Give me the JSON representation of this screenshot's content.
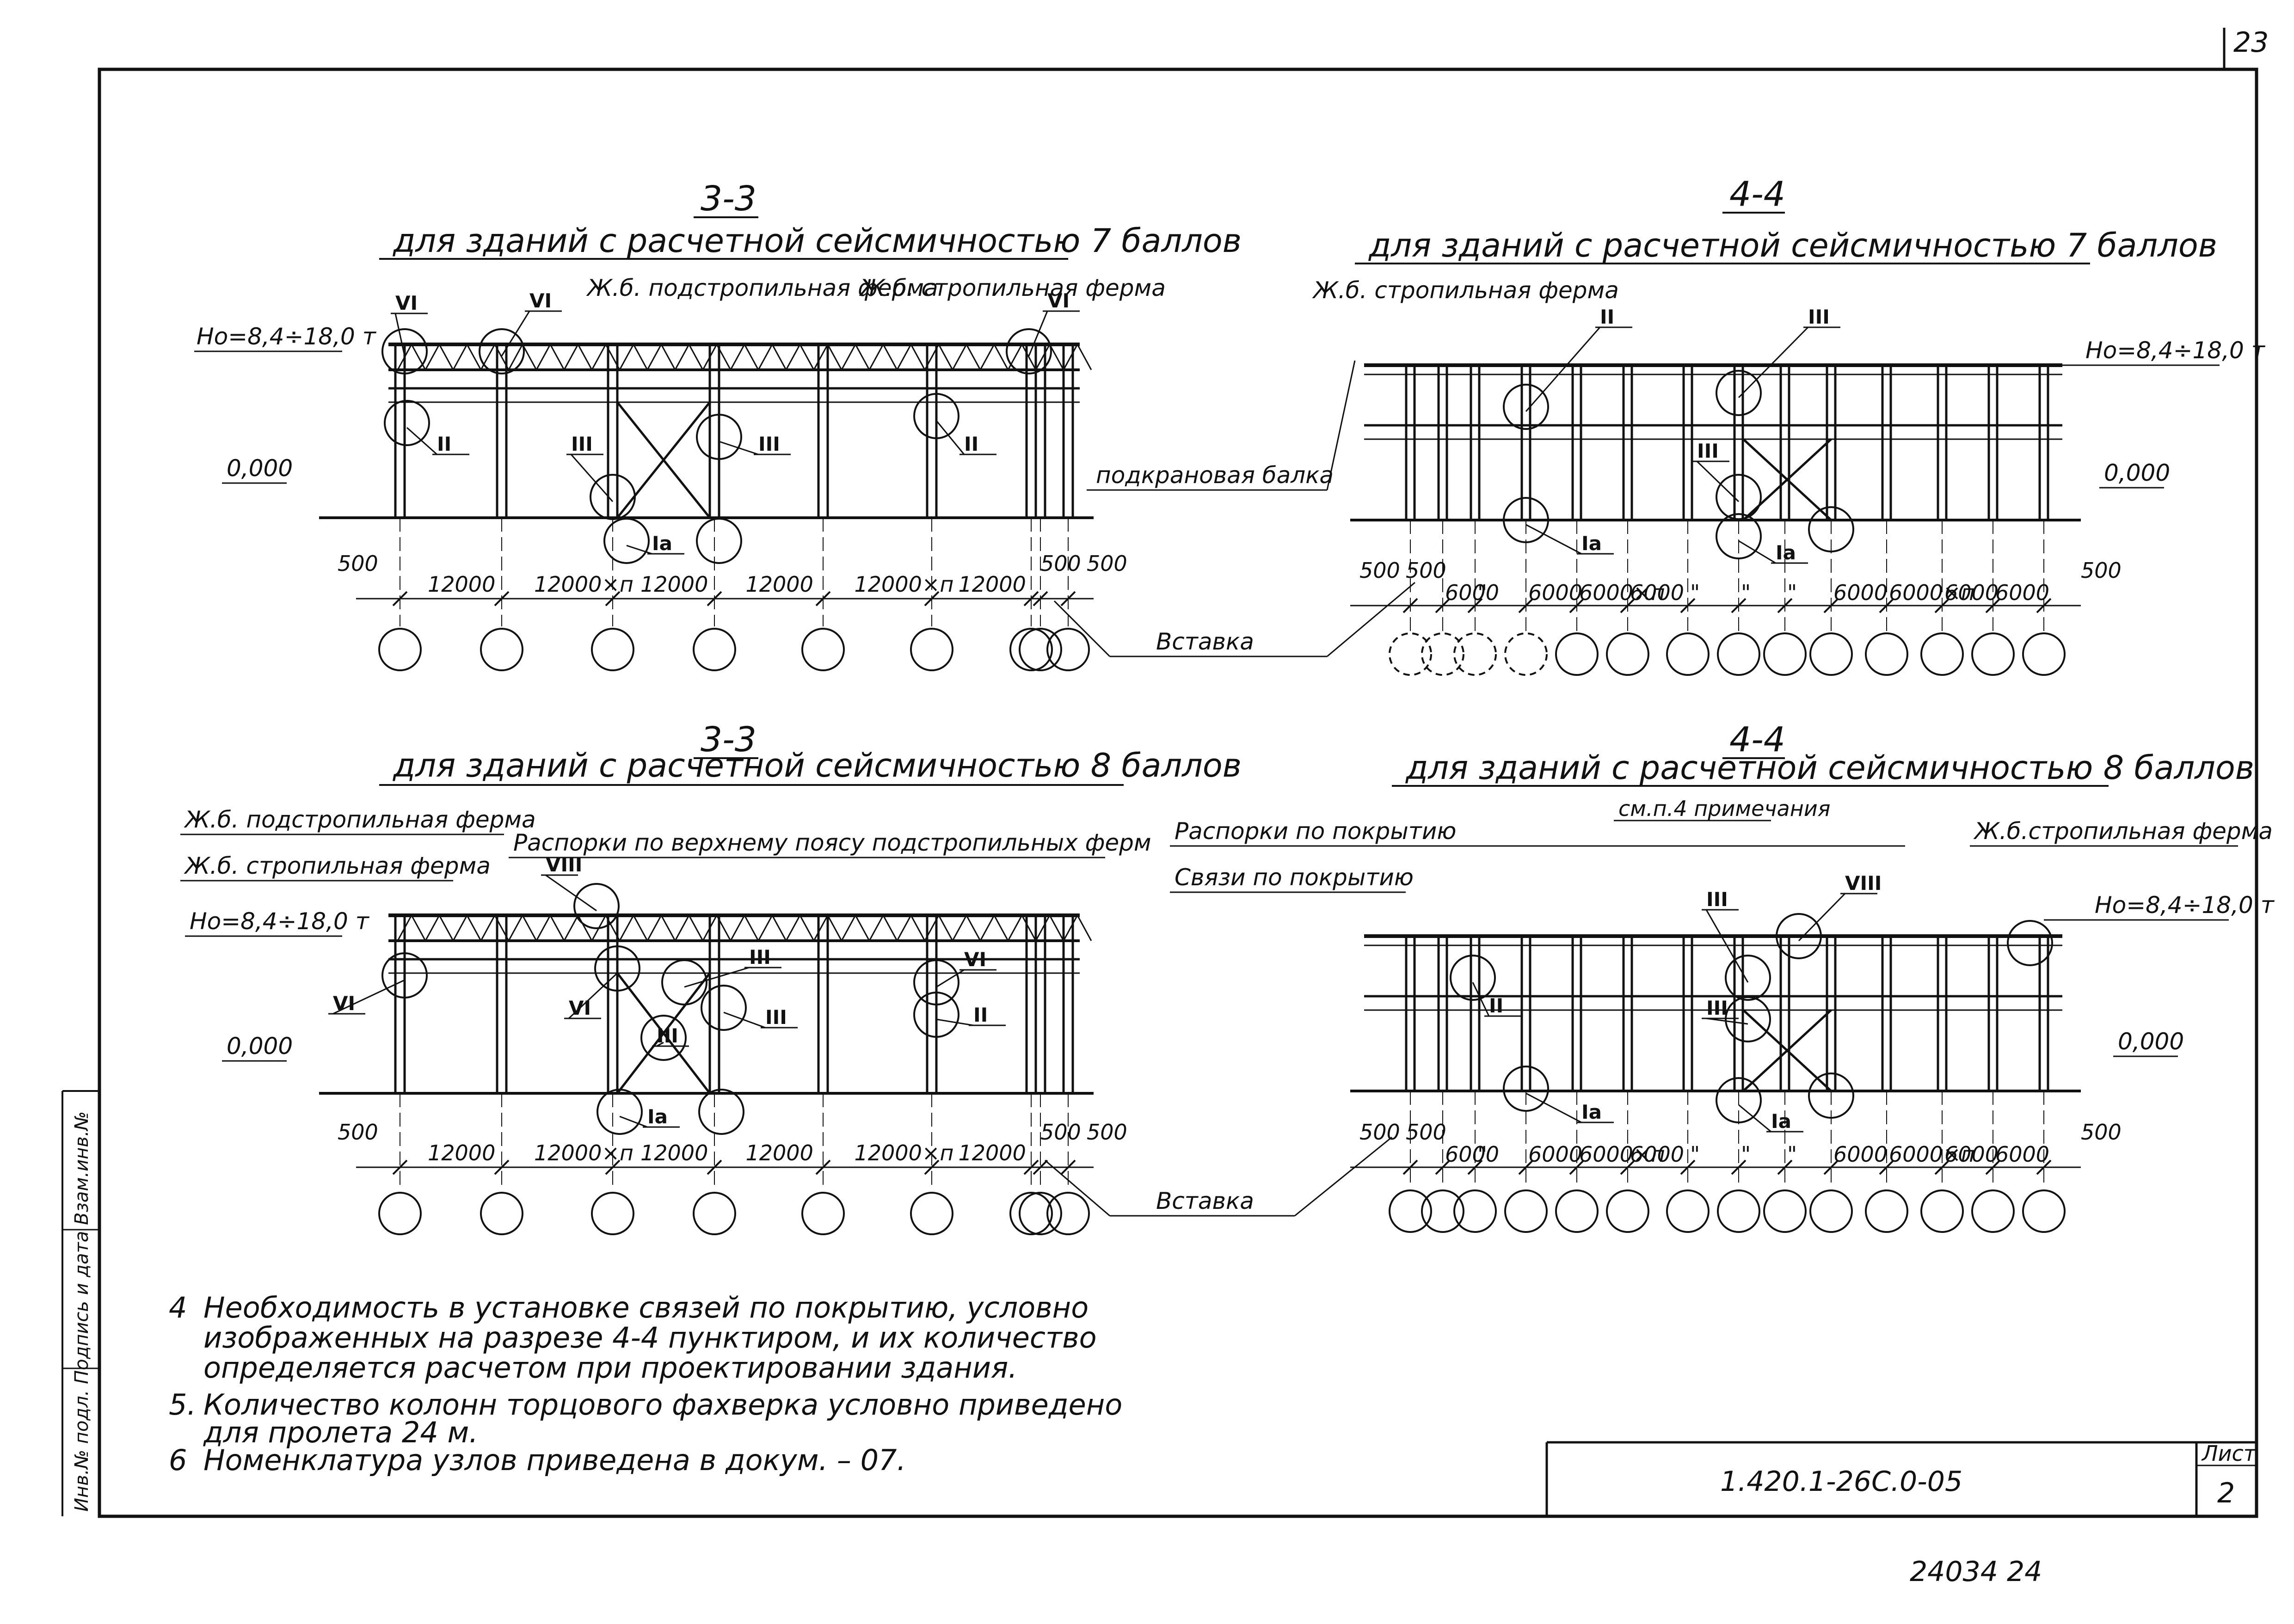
{
  "sheet": {
    "page_number": "23",
    "designation": "1.420.1-26С.0-05",
    "sheet_label": "Лист",
    "sheet_value": "2",
    "inventory": "24034   24",
    "side_stamp": "Инв.№ подл.  Подпись и дата  Взам.инв.№"
  },
  "top_left": {
    "section": "3-3",
    "caption": "для зданий с расчетной сейсмичностью 7 баллов",
    "callout_pod": "Ж.б. подстропильная ферма",
    "callout_str": "Ж.б. стропильная ферма",
    "height": "Но=8,4÷18,0 т",
    "zero": "0,000",
    "crane_beam": "подкрановая балка",
    "dims": [
      "500",
      "12000",
      "12000×п",
      "12000",
      "12000",
      "12000×п",
      "12000",
      "500",
      "500"
    ],
    "nodes": [
      "VI",
      "VI",
      "VI",
      "II",
      "III",
      "III",
      "II",
      "Iа"
    ]
  },
  "top_right": {
    "section": "4-4",
    "caption": "для зданий с расчетной сейсмичностью 7 баллов",
    "callout_str": "Ж.б. стропильная ферма",
    "height": "Но=8,4÷18,0 т",
    "zero": "0,000",
    "dims": [
      "500",
      "500",
      "6000",
      "\"",
      "6000",
      "6000×п",
      "6000",
      "\"",
      "\"",
      "\"",
      "6000",
      "6000×п",
      "6000",
      "6000",
      "500"
    ],
    "nodes": [
      "II",
      "III",
      "III",
      "Iа",
      "Iа"
    ]
  },
  "insert_label": "Вставка",
  "bottom_left": {
    "section": "3-3",
    "caption": "для зданий с расчетной сейсмичностью 8 баллов",
    "callout_pod": "Ж.б. подстропильная ферма",
    "callout_str": "Ж.б. стропильная ферма",
    "spacers": "Распорки по верхнему поясу подстропильных ферм",
    "height": "Но=8,4÷18,0 т",
    "zero": "0,000",
    "dims": [
      "500",
      "12000",
      "12000×п",
      "12000",
      "12000",
      "12000×п",
      "12000",
      "500",
      "500"
    ],
    "nodes": [
      "VIII",
      "III",
      "VI",
      "VI",
      "III",
      "III",
      "II",
      "VI",
      "Iа"
    ]
  },
  "bottom_right": {
    "section": "4-4",
    "caption": "для зданий с расчетной сейсмичностью 8 баллов",
    "note_ref": "см.п.4 примечания",
    "spacers": "Распорки по покрытию",
    "ties": "Связи по покрытию",
    "callout_str": "Ж.б.стропильная ферма",
    "height": "Но=8,4÷18,0 т",
    "zero": "0,000",
    "dims": [
      "500",
      "500",
      "6000",
      "\"",
      "6000",
      "6000×п",
      "6000",
      "\"",
      "\"",
      "\"",
      "6000",
      "6000×п",
      "6000",
      "6000",
      "500"
    ],
    "nodes": [
      "VIII",
      "III",
      "II",
      "III",
      "Iа",
      "Iа"
    ]
  },
  "notes": [
    {
      "num": "4",
      "lines": [
        "Необходимость в установке связей по покрытию, условно",
        "изображенных на разрезе 4-4 пунктиром, и их количество",
        "определяется расчетом при проектировании здания."
      ]
    },
    {
      "num": "5.",
      "lines": [
        "Количество колонн торцового фахверка условно приведено",
        "для пролета 24 м."
      ]
    },
    {
      "num": "6",
      "lines": [
        "Номенклатура узлов приведена в докум. – 07."
      ]
    }
  ]
}
